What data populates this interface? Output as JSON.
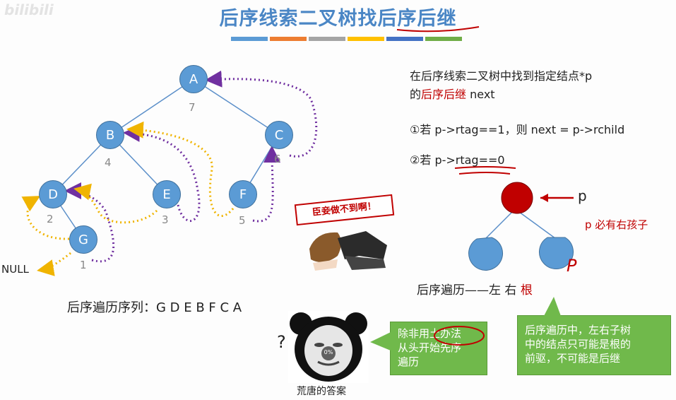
{
  "watermark": "bilibili",
  "title": "后序线索二叉树找后序后继",
  "title_bar_colors": [
    "#5b9bd5",
    "#ed7d31",
    "#a5a5a5",
    "#ffc000",
    "#4472c4",
    "#70ad47"
  ],
  "tree": {
    "nodes": [
      {
        "label": "A",
        "order": "7"
      },
      {
        "label": "B",
        "order": ""
      },
      {
        "label": "C",
        "order": "6"
      },
      {
        "label": "D",
        "order": "2"
      },
      {
        "label": "E",
        "order": "3"
      },
      {
        "label": "F",
        "order": "5"
      },
      {
        "label": "G",
        "order": "1"
      }
    ],
    "b_order": "4",
    "null_label": "NULL",
    "sequence_label": "后序遍历序列：",
    "sequence": "G D E B F C A"
  },
  "right_panel": {
    "line1": "在后序线索二叉树中找到指定结点*p",
    "line2_prefix": "的",
    "line2_red": "后序后继",
    "line2_suffix": " next",
    "case1": "①若 p->rtag==1，则 next = p->rchild",
    "case2_prefix": "②若 ",
    "case2_code": "p->rtag==0",
    "p_label": "p",
    "p_note": "p 必有右孩子",
    "p_handwritten": "P",
    "traversal_prefix": "后序遍历——左   右   ",
    "traversal_root": "根"
  },
  "meme": {
    "banner": "臣妾做不到啊！",
    "face_caption": "荒唐的答案",
    "face_badge": "0%",
    "question": "?"
  },
  "bubbles": {
    "left_lines": [
      "除非用土办法",
      "从头开始先序",
      "遍历"
    ],
    "right_lines": [
      "后序遍历中，左右子树",
      "中的结点只可能是根的",
      "前驱，不可能是后继"
    ]
  }
}
